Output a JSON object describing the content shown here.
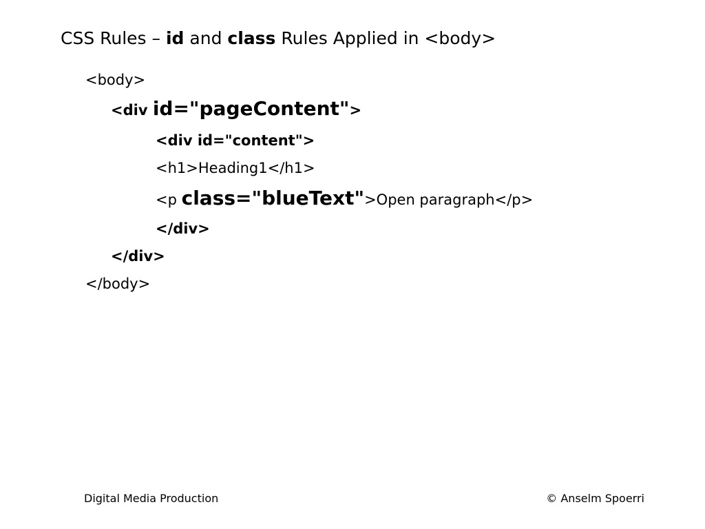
{
  "title": {
    "part1": "CSS Rules – ",
    "id_word": "id",
    "part2": " and ",
    "class_word": "class",
    "part3": " Rules Applied in <body>"
  },
  "code": {
    "body_open": "<body>",
    "div_page_tag": "<div ",
    "div_page_attr": "id=\"pageContent\"",
    "div_page_end": ">",
    "div_content": "<div id=\"content\">",
    "h1": "<h1>Heading1</h1>",
    "p_open": "<p ",
    "p_attr": "class=\"blueText\"",
    "p_rest": ">Open paragraph</p>",
    "div_close_inner": "</div>",
    "div_close_outer": "</div>",
    "body_close": "</body>"
  },
  "footer": {
    "left": "Digital Media Production",
    "right": "© Anselm Spoerri"
  }
}
